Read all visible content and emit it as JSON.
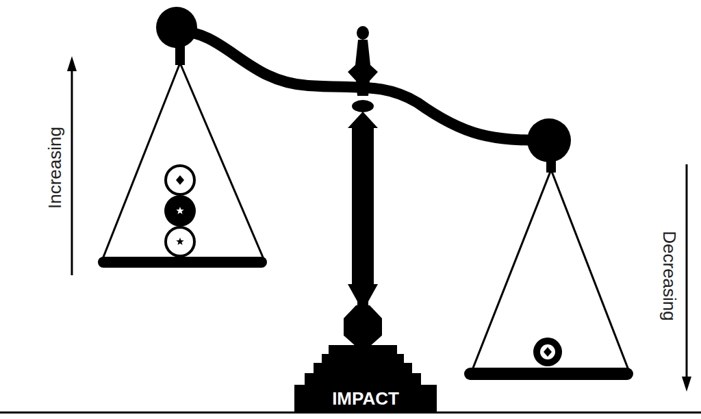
{
  "diagram": {
    "labels": [
      "Increasing",
      "Decreasing",
      "IMPACT"
    ]
  }
}
